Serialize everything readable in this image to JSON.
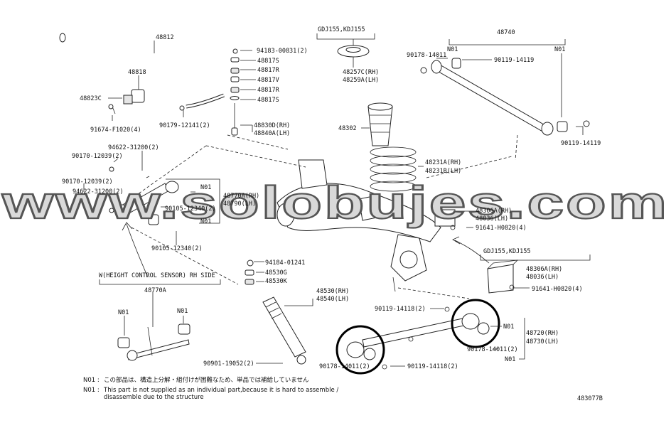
{
  "labels": {
    "p48812": "48812",
    "p48818": "48818",
    "p48823C": "48823C",
    "p91674": "91674-F1020(4)",
    "p90179": "90179-12141(2)",
    "p94183": "94183-00831(2)",
    "p48817S_a": "48817S",
    "p48817R_a": "48817R",
    "p48817V": "48817V",
    "p48817R_b": "48817R",
    "p48817S_b": "48817S",
    "p48830D": "48830D(RH)",
    "p48840A": "48840A(LH)",
    "gdj_top": "GDJ155,KDJ155",
    "p48257C": "48257C(RH)",
    "p48259A": "48259A(LH)",
    "p48302": "48302",
    "p48231A": "48231A(RH)",
    "p48231B": "48231B(LH)",
    "p48740": "48740",
    "n01_a": "N01",
    "n01_b": "N01",
    "p90178_top": "90178-14011",
    "p90119_top": "90119-14119",
    "p90119_right": "90119-14119",
    "p94622_a": "94622-31200(2)",
    "p90170_a": "90170-12039(2)",
    "p90170_b": "90170-12039(2)",
    "p94622_b": "94622-31200(2)",
    "n01_c": "N01",
    "p90105_a": "90105-12340(2)",
    "n01_d": "N01",
    "p48770A_rh": "48770A(RH)",
    "p48790": "48790(LH)",
    "p90105_b": "90105-12340(2)",
    "p48306A_a": "48306A(RH)",
    "p48036_a": "48036(LH)",
    "p91641_a": "91641-H0820(4)",
    "gdj_right": "GDJ155,KDJ155",
    "p48306A_b": "48306A(RH)",
    "p48036_b": "48036(LH)",
    "p91641_b": "91641-H0820(4)",
    "p94184": "94184-01241",
    "p48530G": "48530G",
    "p48530K": "48530K",
    "p48530": "48530(RH)",
    "p48540": "48540(LH)",
    "p90901": "90901-19052(2)",
    "sensor_title": "W(HEIGHT CONTROL SENSOR) RH SIDE",
    "p48770A": "48770A",
    "n01_e": "N01",
    "n01_f": "N01",
    "p90119_mid": "90119-14118(2)",
    "n01_g": "N01",
    "p48720": "48720(RH)",
    "p48730": "48730(LH)",
    "p90178_mid": "90178-14011(2)",
    "n01_h": "N01",
    "p90178_bot": "90178-14011(2)",
    "p90119_bot": "90119-14118(2)",
    "diagram_id": "483077B"
  },
  "notes": {
    "jp_key": "N01 :",
    "jp_text": "この部品は、構造上分解・組付けが困難なため、単品では補給していません",
    "en_key": "N01 :",
    "en_text_1": "This part is not supplied as an individual part,because it is hard to assemble /",
    "en_text_2": "disassemble due to the structure"
  },
  "watermark": "www.solobujes.com",
  "colors": {
    "ink": "#222222",
    "watermark_fill": "#d9d9d9",
    "watermark_stroke": "#555555",
    "highlight": "#000000"
  }
}
